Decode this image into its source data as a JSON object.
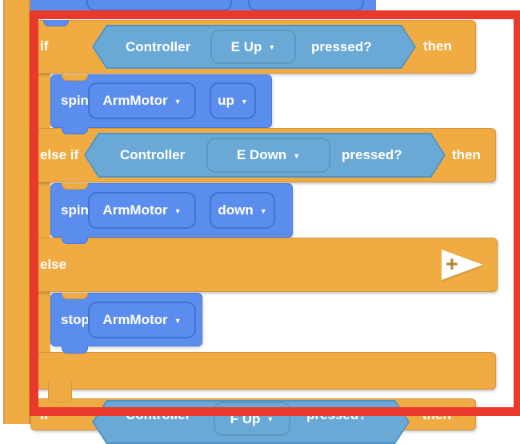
{
  "icons": {
    "dropdown_arrow": "▼",
    "expand_plus": "+"
  },
  "colors": {
    "control_orange": "#F0AC42",
    "control_border": "#D6953B",
    "motion_blue": "#5B8DEF",
    "motion_border": "#4A7AD8",
    "condition_blue": "#6AA9D6",
    "condition_border": "#4E94C4",
    "selection_red": "#E8392B",
    "plus_icon": "#B5862B",
    "canvas": "#FFFFFF"
  },
  "script": {
    "if_block": {
      "if_row": {
        "keyword": "if",
        "then_label": "then",
        "condition": {
          "device": "Controller",
          "button": "E Up",
          "suffix": "pressed?"
        }
      },
      "branch_if": {
        "spin": {
          "keyword": "spin",
          "motor": "ArmMotor",
          "direction": "up"
        }
      },
      "elseif_row": {
        "keyword": "else if",
        "then_label": "then",
        "condition": {
          "device": "Controller",
          "button": "E Down",
          "suffix": "pressed?"
        }
      },
      "branch_elseif": {
        "spin": {
          "keyword": "spin",
          "motor": "ArmMotor",
          "direction": "down"
        }
      },
      "else_row": {
        "keyword": "else"
      },
      "branch_else": {
        "stop": {
          "keyword": "stop",
          "motor": "ArmMotor"
        }
      }
    },
    "next_block": {
      "if_row": {
        "keyword": "if",
        "then_label": "then",
        "condition": {
          "device": "Controller",
          "button": "F Up",
          "suffix": "pressed?"
        }
      }
    }
  }
}
